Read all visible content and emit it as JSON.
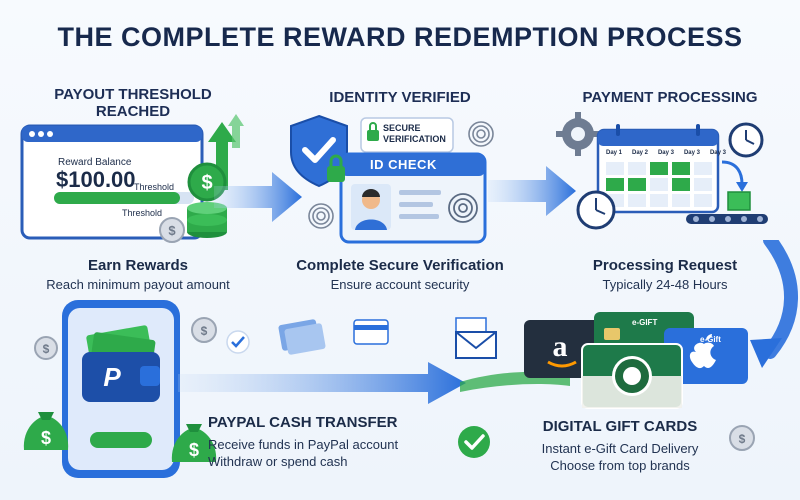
{
  "title": "THE COMPLETE REWARD REDEMPTION PROCESS",
  "steps": {
    "threshold": {
      "heading": "PAYOUT THRESHOLD REACHED",
      "heading_line1": "PAYOUT THRESHOLD",
      "heading_line2": "REACHED",
      "balance_label": "Reward Balance",
      "balance_value": "$100.00",
      "threshold_label_top": "Threshold",
      "threshold_label_bottom": "Threshold",
      "progress": 0.9,
      "caption_title": "Earn Rewards",
      "caption_sub": "Reach minimum payout amount"
    },
    "identity": {
      "heading": "IDENTITY VERIFIED",
      "secure_label_line1": "SECURE",
      "secure_label_line2": "VERIFICATION",
      "card_title": "ID CHECK",
      "caption_title": "Complete Secure Verification",
      "caption_sub": "Ensure account security"
    },
    "processing": {
      "heading": "PAYMENT PROCESSING",
      "days": [
        "Day 1",
        "Day 2",
        "Day 3",
        "Day 3",
        "Day 3"
      ],
      "caption_title": "Processing Request",
      "caption_sub": "Typically 24-48 Hours"
    },
    "paypal": {
      "caption_title": "PAYPAL CASH TRANSFER",
      "caption_sub_line1": "Receive funds in PayPal account",
      "caption_sub_line2": "Withdraw or spend cash"
    },
    "giftcards": {
      "card_egift_1": "e-GIFT",
      "card_egift_2": "e-Gift",
      "caption_title": "DIGITAL GIFT CARDS",
      "caption_sub_line1": "Instant e-Gift Card Delivery",
      "caption_sub_line2": "Choose from top brands"
    }
  },
  "colors": {
    "navy": "#17294d",
    "blue": "#2a6fdb",
    "green": "#2eaa4a",
    "amazon": "#232f3e",
    "starbucks": "#1e7a4a"
  }
}
